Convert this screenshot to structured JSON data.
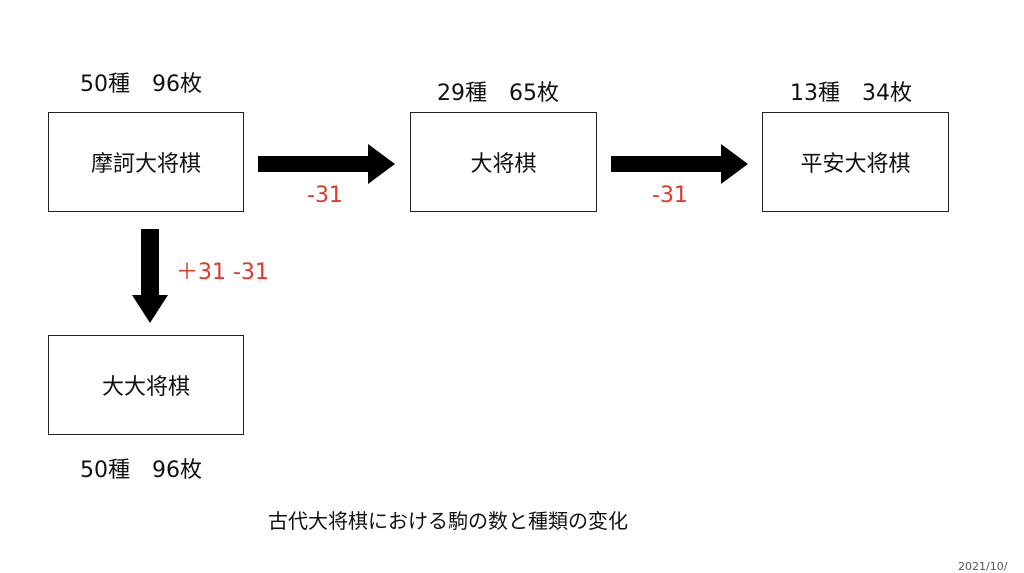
{
  "colors": {
    "delta": "#e0392b",
    "arrow": "#000000",
    "border": "#222222"
  },
  "nodes": {
    "maka": {
      "name": "摩訶大将棋",
      "count": "50種　96枚"
    },
    "dai": {
      "name": "大将棋",
      "count": "29種　65枚"
    },
    "heian": {
      "name": "平安大将棋",
      "count": "13種　34枚"
    },
    "daidai": {
      "name": "大大将棋",
      "count": "50種　96枚"
    }
  },
  "edges": {
    "maka_to_dai": "-31",
    "dai_to_heian": "-31",
    "maka_to_daidai": "＋31 -31"
  },
  "caption": "古代大将棋における駒の数と種類の変化",
  "footer_date": "2021/10/"
}
